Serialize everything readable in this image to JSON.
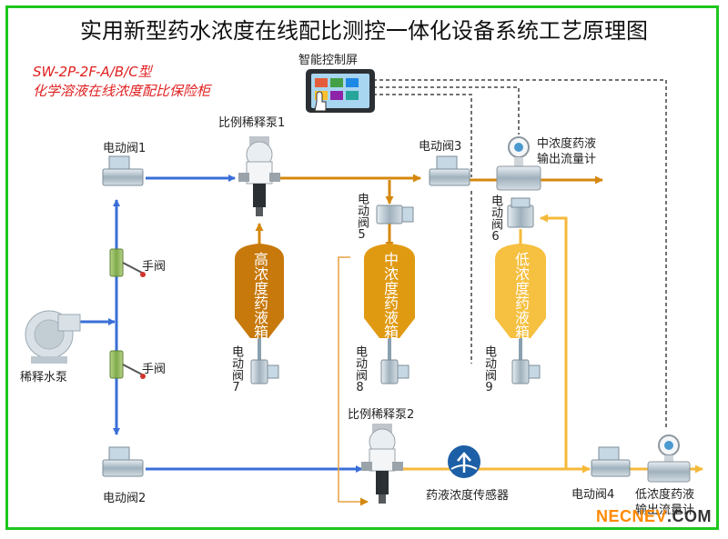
{
  "title": "实用新型药水浓度在线配比测控一体化设备系统工艺原理图",
  "model": {
    "code": "SW-2P-2F-A/B/C型",
    "name": "化学溶液在线浓度配比保险柜"
  },
  "labels": {
    "screen": "智能控制屏",
    "pump1": "比例稀释泵1",
    "pump2": "比例稀释泵2",
    "valve1": "电动阀1",
    "valve2": "电动阀2",
    "valve3": "电动阀3",
    "valve4": "电动阀4",
    "valve5": "电动阀5",
    "valve6": "电动阀6",
    "valve7": "电动阀7",
    "valve8": "电动阀8",
    "valve9": "电动阀9",
    "manual_valve_a": "手阀",
    "manual_valve_b": "手阀",
    "water_pump": "稀释水泵",
    "mid_flowmeter": "中浓度药液\n输出流量计",
    "low_flowmeter": "低浓度药液\n输出流量计",
    "sensor": "药液浓度传感器",
    "tank_high": "高浓度药液箱",
    "tank_mid": "中浓度药液箱",
    "tank_low": "低浓度药液箱"
  },
  "watermark": {
    "main": "NECNEV",
    "suffix": ".COM"
  },
  "colors": {
    "frame": "#1ec61e",
    "water_line": "#3a6fd8",
    "high_line": "#d4880f",
    "low_line": "#f5b93a",
    "signal_line": "#444444",
    "tank_high": "#c7790c",
    "tank_mid": "#e09a12",
    "tank_low": "#f6c040"
  }
}
